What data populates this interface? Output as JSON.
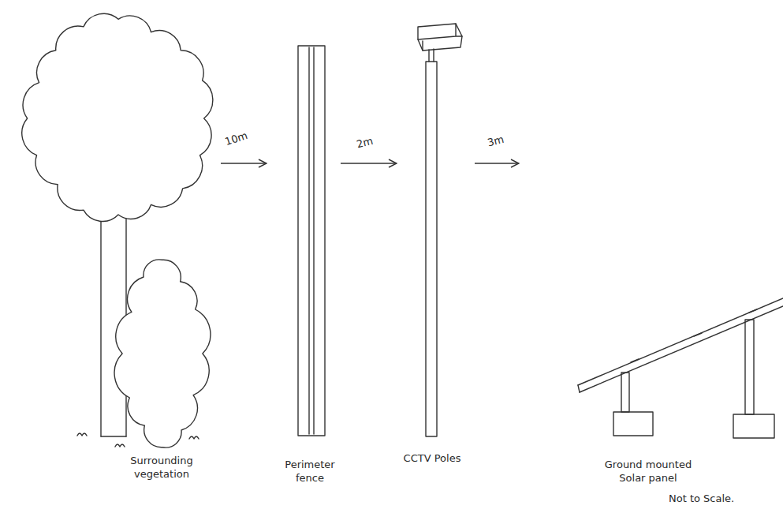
{
  "diagram": {
    "nodes": [
      {
        "text": [
          "Surrounding vegetation"
        ]
      },
      {
        "text": [
          "Perimeter fence"
        ]
      },
      {
        "text": [
          "CCTV Poles"
        ]
      },
      {
        "text": [
          "Ground mounted Solar panel"
        ]
      }
    ],
    "edges": [
      {
        "from": 0,
        "to": 1,
        "label": "10m",
        "arrow": "to"
      },
      {
        "from": 1,
        "to": 2,
        "label": "2m",
        "arrow": "to"
      },
      {
        "from": 2,
        "to": 3,
        "label": "3m",
        "arrow": "to"
      }
    ],
    "labels": [
      "Not to Scale."
    ]
  }
}
